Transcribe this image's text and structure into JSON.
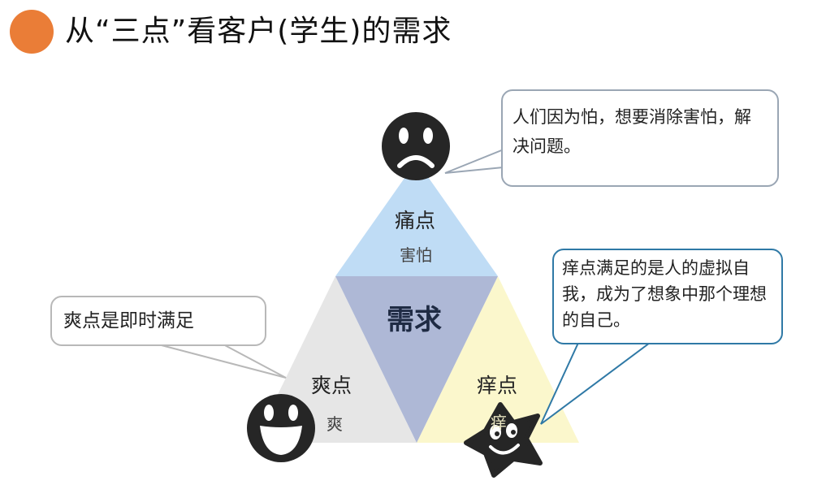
{
  "title": {
    "text": "从“三点”看客户(学生)的需求",
    "dot_color": "#ea7d37"
  },
  "diagram": {
    "center_label": "需求",
    "pain": {
      "label": "痛点",
      "sub": "害怕",
      "face_icon": "sad-face-icon",
      "bubble_text": "人们因为怕，想要消除害怕，解决问题。",
      "color": "#bfdcf5"
    },
    "cool": {
      "label": "爽点",
      "sub": "爽",
      "face_icon": "happy-face-icon",
      "bubble_text": "爽点是即时满足",
      "color": "#e6e6e6"
    },
    "itch": {
      "label": "痒点",
      "sub": "痒",
      "face_icon": "star-face-icon",
      "bubble_text": "痒点满足的是人的虚拟自我，成为了想象中那个理想的自己。",
      "color": "#fbf7cc"
    },
    "center_color": "#aeb8d6"
  }
}
